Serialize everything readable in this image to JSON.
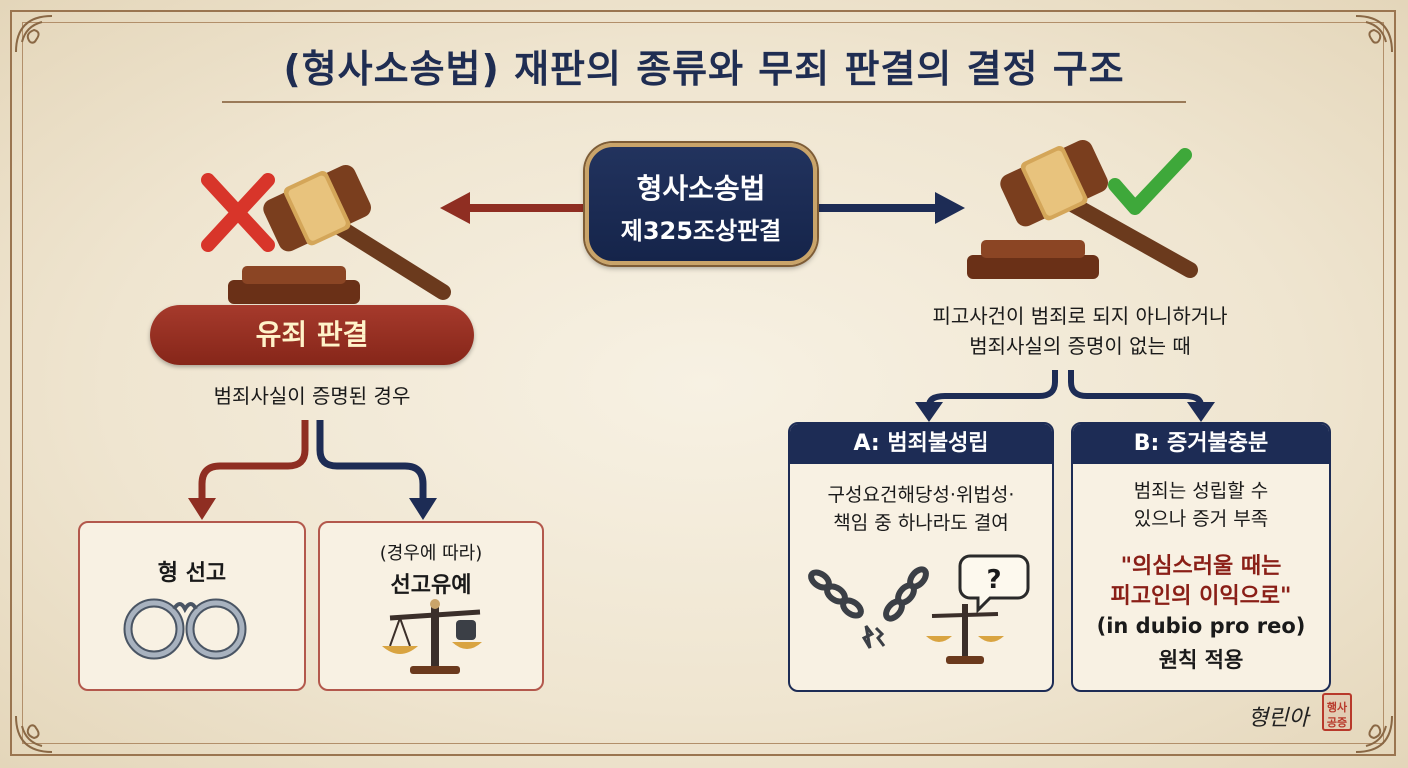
{
  "title": "(형사소송법) 재판의 종류와 무죄 판결의 결정 구조",
  "center_badge": {
    "line1": "형사소송법",
    "line2": "제325조상판결"
  },
  "guilty": {
    "label": "유죄 판결",
    "condition": "범죄사실이 증명된 경우",
    "box_sentence": {
      "label": "형 선고"
    },
    "box_suspension": {
      "note": "(경우에 따라)",
      "label": "선고유예"
    }
  },
  "acquittal": {
    "condition_line1": "피고사건이 범죄로 되지 아니하거나",
    "condition_line2": "범죄사실의 증명이 없는 때",
    "box_a": {
      "header": "A: 범죄불성립",
      "line1": "구성요건해당성·위법성·",
      "line2": "책임 중 하나라도 결여"
    },
    "box_b": {
      "header": "B: 증거불충분",
      "line1": "범죄는 성립할 수",
      "line2": "있으나 증거 부족",
      "maxim_line1": "\"의심스러울 때는",
      "maxim_line2": "피고인의 이익으로\"",
      "latin": "(in dubio pro reo)",
      "principle": "원칙 적용"
    }
  },
  "signature": {
    "text": "형린아",
    "seal_top": "행사",
    "seal_bottom": "공증"
  },
  "colors": {
    "navy": "#1d2c55",
    "crimson": "#8f2e22",
    "gold": "#c9a46a",
    "paper": "#efe6d3",
    "check_green": "#3ea83a",
    "cross_red": "#d8352a"
  },
  "icons": {
    "guilty_gavel": "gavel-icon",
    "acquittal_gavel": "gavel-icon",
    "guilty_mark": "cross-icon",
    "acquittal_mark": "check-icon",
    "sentence": "handcuffs-icon",
    "suspension": "scales-icon",
    "box_a": "broken-chain-icon",
    "box_b": "question-scales-icon"
  }
}
